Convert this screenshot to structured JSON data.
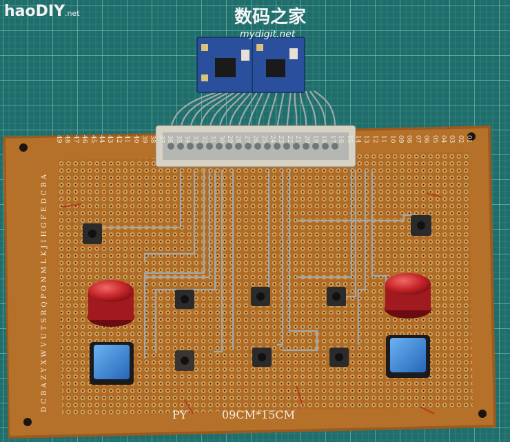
{
  "image": {
    "subject": "perfboard-gamepad",
    "colors": {
      "cutting_mat": "#1f6e6c",
      "grid_line": "#6fb3ad",
      "board": "#b5702a",
      "board_edge": "#8a4f18",
      "pad": "#c79a4e",
      "wire": "#9da3a6",
      "red_button": "#c8262b",
      "blue_button": "#2f7fd6",
      "tact_switch": "#2b2b2b",
      "module_pcb": "#2a4f9c"
    }
  },
  "watermarks": {
    "left": "haoDIY",
    "left_suffix": ".net",
    "center_cn": "数码之家",
    "center_url": "mydigit.net"
  },
  "silkscreen": {
    "brand": "PY",
    "size": "09CM*15CM",
    "row_letters": "DCBAZYXWVUTSRQPONMLKJIHGFEDCBA",
    "column_numbers": [
      "49",
      "48",
      "47",
      "46",
      "45",
      "44",
      "43",
      "42",
      "41",
      "40",
      "39",
      "38",
      "37",
      "36",
      "35",
      "34",
      "33",
      "32",
      "31",
      "30",
      "29",
      "28",
      "27",
      "26",
      "25",
      "24",
      "23",
      "22",
      "21",
      "20",
      "19",
      "18",
      "17",
      "16",
      "15",
      "14",
      "13",
      "12",
      "11",
      "10",
      "09",
      "08",
      "07",
      "06",
      "05",
      "04",
      "03",
      "02",
      "01"
    ]
  }
}
